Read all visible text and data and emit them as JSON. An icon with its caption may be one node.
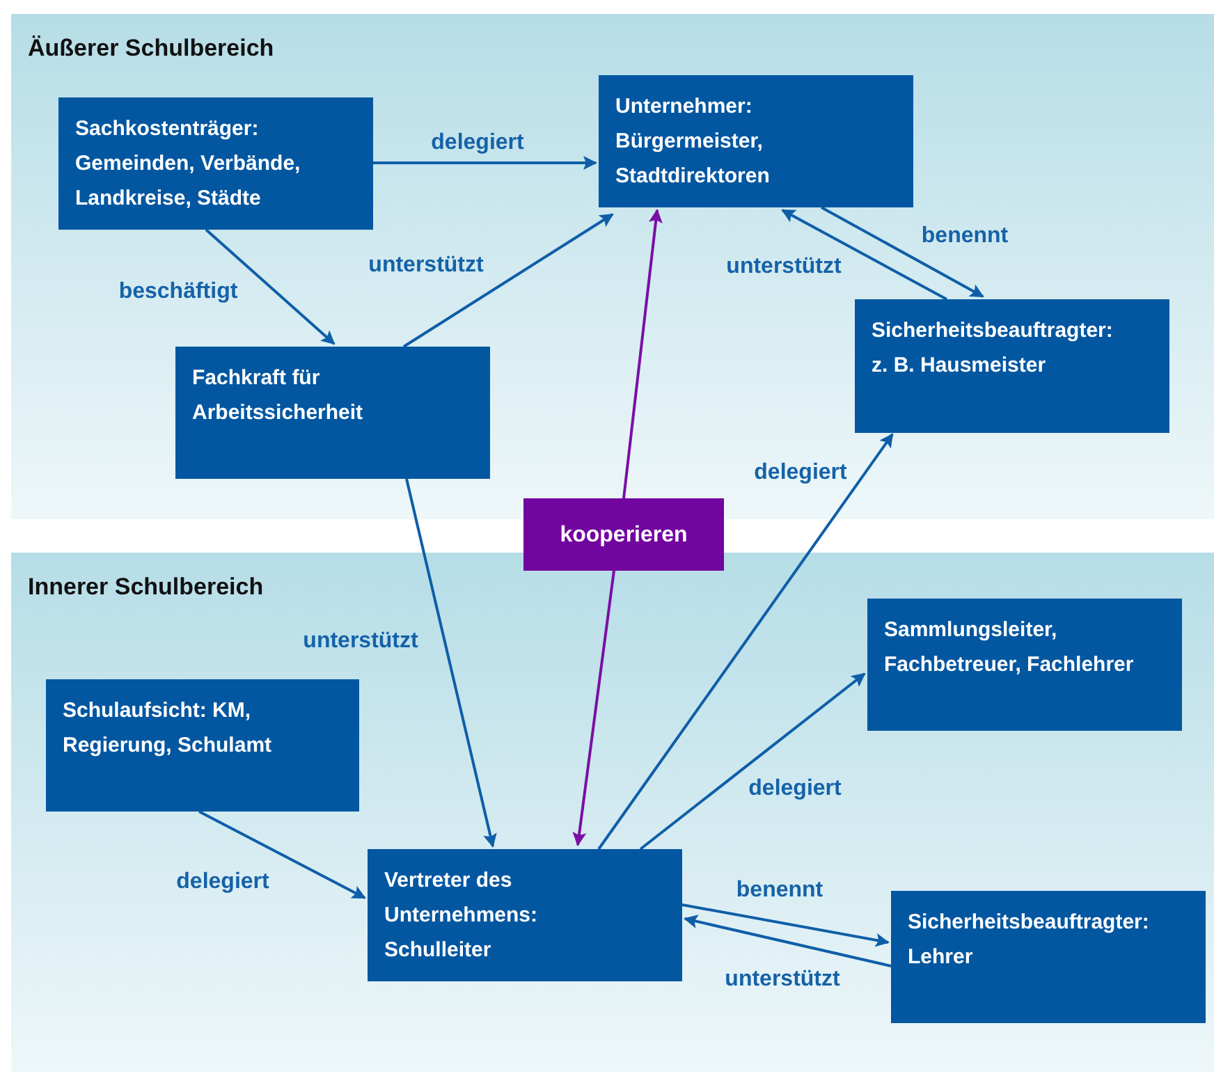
{
  "diagram": {
    "nodes": [
      {
        "text": [
          "Äußerer Schulbereich"
        ]
      },
      {
        "text": [
          "Sachkostenträger: Gemeinden, Verbände, Landkreise, Städte"
        ],
        "in": 0
      },
      {
        "text": [
          "Unternehmer: Bürgermeister, Stadtdirektoren"
        ],
        "in": 0
      },
      {
        "text": [
          "Fachkraft für Arbeitssicherheit"
        ],
        "in": 0
      },
      {
        "text": [
          "Sicherheitsbeauftragter: z. B. Hausmeister"
        ],
        "in": 0
      },
      {
        "text": [
          "kooperieren"
        ]
      },
      {
        "text": [
          "Innerer Schulbereich"
        ]
      },
      {
        "text": [
          "Schulaufsicht: KM, Regierung, Schulamt"
        ],
        "in": 6
      },
      {
        "text": [
          "Sammlungsleiter, Fachbetreuer, Fachlehrer"
        ],
        "in": 6
      },
      {
        "text": [
          "Vertreter des Unternehmens: Schulleiter"
        ],
        "in": 6
      },
      {
        "text": [
          "Sicherheitsbeauftragter: Lehrer"
        ],
        "in": 6
      }
    ],
    "edges": [
      {
        "from": 1,
        "to": 2,
        "arrow": "to",
        "label": "delegiert"
      },
      {
        "from": 1,
        "to": 3,
        "arrow": "to",
        "label": "beschäftigt"
      },
      {
        "from": 3,
        "to": 2,
        "arrow": "to",
        "label": "unterstützt"
      },
      {
        "from": 2,
        "to": 4,
        "arrow": "to",
        "label": "benennt"
      },
      {
        "from": 4,
        "to": 2,
        "arrow": "to",
        "label": "unterstützt"
      },
      {
        "from": 5,
        "to": 2,
        "arrow": "to",
        "color": "#7a0fa5"
      },
      {
        "from": 5,
        "to": 9,
        "arrow": "to",
        "color": "#7a0fa5"
      },
      {
        "from": 3,
        "to": 9,
        "arrow": "to",
        "label": "unterstützt"
      },
      {
        "from": 9,
        "to": 4,
        "arrow": "to",
        "label": "delegiert"
      },
      {
        "from": 7,
        "to": 9,
        "arrow": "to",
        "label": "delegiert"
      },
      {
        "from": 9,
        "to": 8,
        "arrow": "to",
        "label": "delegiert"
      },
      {
        "from": 9,
        "to": 10,
        "arrow": "to",
        "label": "benennt"
      },
      {
        "from": 10,
        "to": 9,
        "arrow": "to",
        "label": "unterstützt"
      }
    ]
  }
}
